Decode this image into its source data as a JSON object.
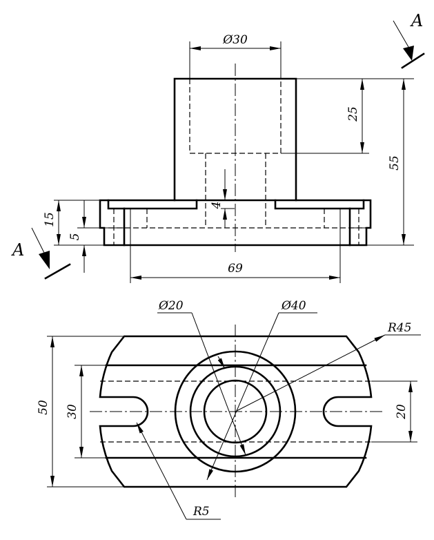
{
  "drawing": {
    "front_view": {
      "dim_top_diameter": "Ø30",
      "dim_bore_depth": "25",
      "dim_total_height": "55",
      "dim_flange_height": "15",
      "dim_base_thickness": "5",
      "dim_step": "4",
      "dim_width": "69"
    },
    "section_mark": "A",
    "top_view": {
      "dim_inner_diameter": "Ø20",
      "dim_outer_diameter": "Ø40",
      "dim_arc_radius": "R45",
      "dim_slot_radius": "R5",
      "dim_overall_height": "50",
      "dim_rail_spacing": "30",
      "dim_slot_spacing": "20"
    }
  }
}
